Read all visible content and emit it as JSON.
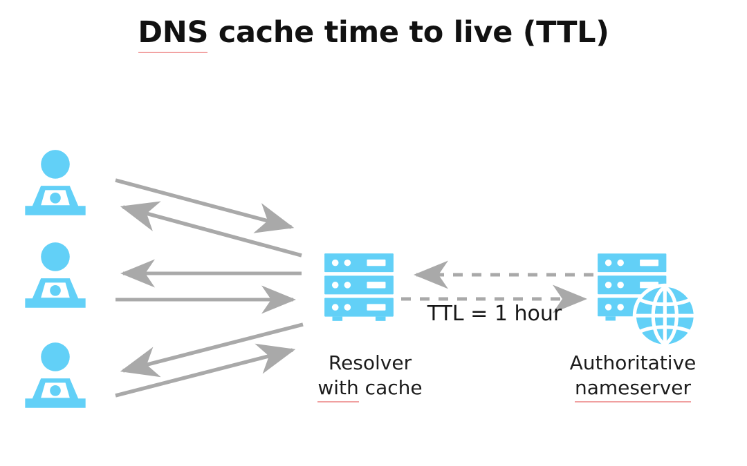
{
  "page": {
    "title": "DNS cache time to live (TTL)",
    "title_parts": {
      "misspelled": "DNS",
      "rest": " cache time to live (TTL)"
    },
    "background": "#ffffff"
  },
  "colors": {
    "accent_blue": "#62d0f7",
    "arrow_gray": "#a9a9a9",
    "text_dark": "#161616",
    "spellcheck_red": "#f0a0a0"
  },
  "nodes": {
    "clients": [
      {
        "name": "client-top",
        "label": ""
      },
      {
        "name": "client-middle",
        "label": ""
      },
      {
        "name": "client-bottom",
        "label": ""
      }
    ],
    "resolver": {
      "caption_line1": "Resolver",
      "caption_line2_misspelled": "with",
      "caption_line2_rest": " cache",
      "icon": "server-stack-icon"
    },
    "authoritative": {
      "caption_line1": "Authoritative",
      "caption_line2_misspelled": "nameserver",
      "caption_line2_rest": "",
      "icon": "server-globe-icon"
    }
  },
  "edges": {
    "ttl_label": "TTL = 1 hour",
    "client_links": [
      {
        "name": "client-top-query",
        "direction": "right",
        "style": "solid"
      },
      {
        "name": "client-top-response",
        "direction": "left",
        "style": "solid"
      },
      {
        "name": "client-middle-response",
        "direction": "left",
        "style": "solid"
      },
      {
        "name": "client-middle-query",
        "direction": "right",
        "style": "solid"
      },
      {
        "name": "client-bottom-response",
        "direction": "left",
        "style": "solid"
      },
      {
        "name": "client-bottom-query",
        "direction": "right",
        "style": "solid"
      }
    ],
    "upstream_links": [
      {
        "name": "authoritative-response",
        "direction": "left",
        "style": "dashed"
      },
      {
        "name": "resolver-query",
        "direction": "right",
        "style": "dashed"
      }
    ]
  }
}
